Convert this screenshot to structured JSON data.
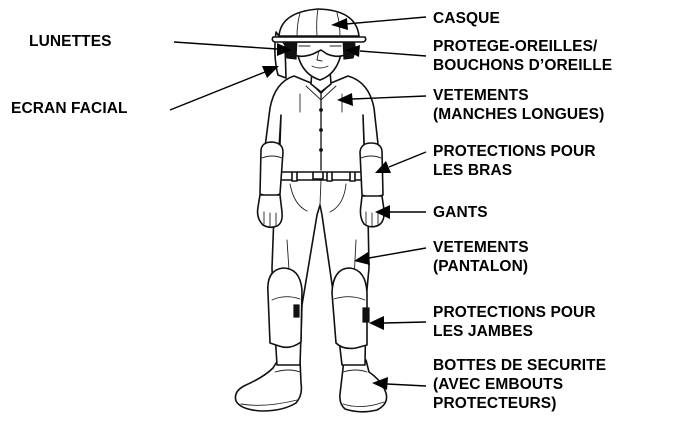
{
  "labels": {
    "lunettes": "LUNETTES",
    "ecran_facial": "ECRAN FACIAL",
    "casque": "CASQUE",
    "protege_oreilles": "PROTEGE-OREILLES/\nBOUCHONS D’OREILLE",
    "vetements_manches": "VETEMENTS\n(MANCHES LONGUES)",
    "protections_bras": "PROTECTIONS POUR\nLES BRAS",
    "gants": "GANTS",
    "vetements_pantalon": "VETEMENTS\n(PANTALON)",
    "protections_jambes": "PROTECTIONS POUR\nLES JAMBES",
    "bottes": "BOTTES DE SECURITE\n(AVEC EMBOUTS\nPROTECTEURS)"
  },
  "colors": {
    "ink": "#000000",
    "background": "#ffffff"
  }
}
